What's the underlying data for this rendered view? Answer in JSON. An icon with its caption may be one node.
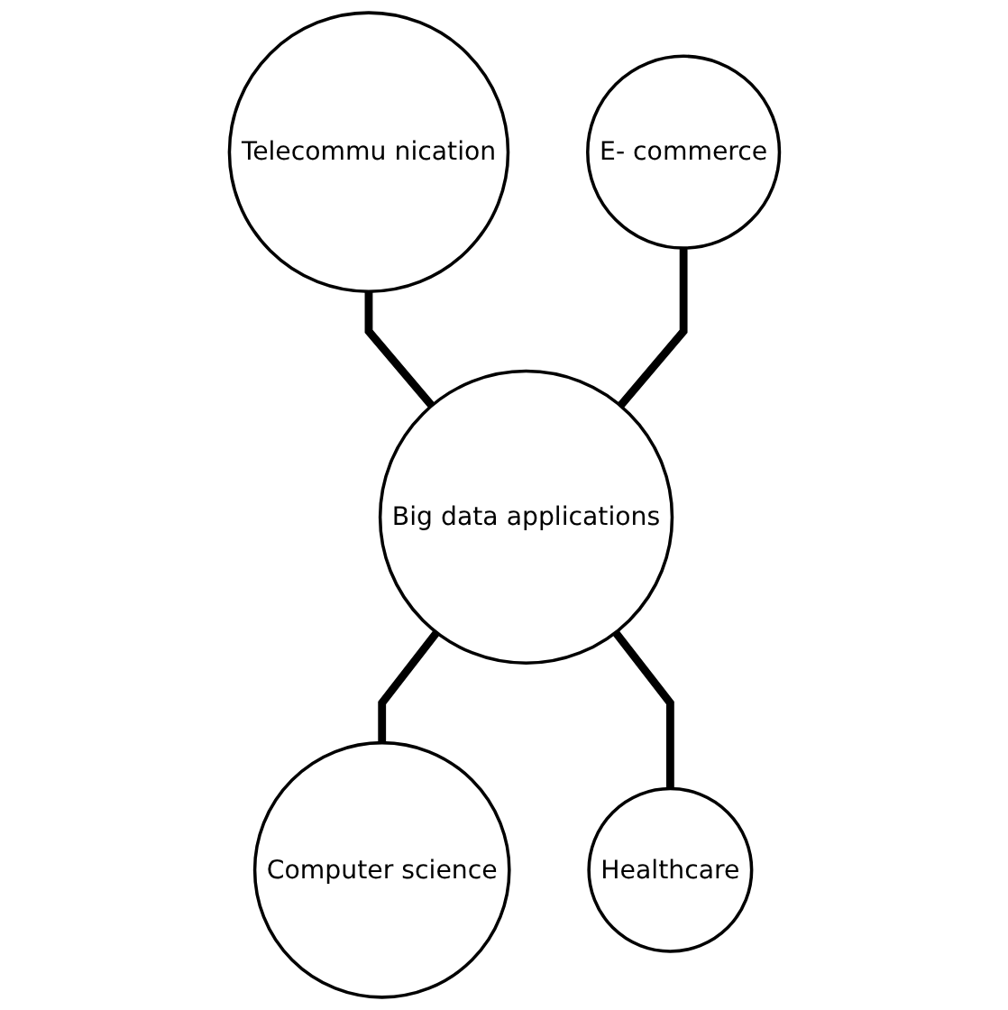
{
  "diagram": {
    "nodes": [
      {
        "text": [
          "Telecommu nication"
        ]
      },
      {
        "text": [
          "E- commerce"
        ]
      },
      {
        "text": [
          "Big data applications"
        ]
      },
      {
        "text": [
          "Computer science"
        ]
      },
      {
        "text": [
          "Healthcare"
        ]
      }
    ],
    "edges": [
      {
        "from": 0,
        "to": 2,
        "arrow": "none"
      },
      {
        "from": 1,
        "to": 2,
        "arrow": "none"
      },
      {
        "from": 2,
        "to": 3,
        "arrow": "none"
      },
      {
        "from": 2,
        "to": 4,
        "arrow": "none"
      }
    ]
  }
}
